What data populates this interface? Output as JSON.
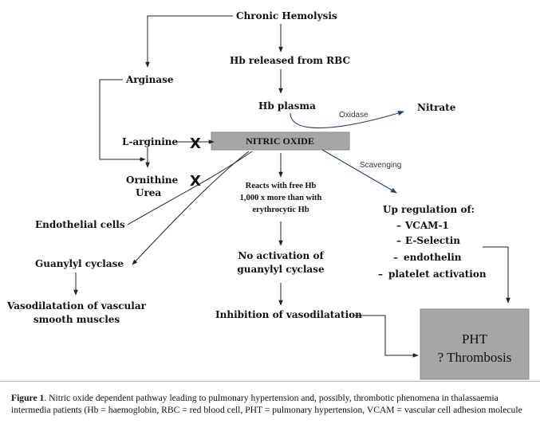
{
  "nodes": {
    "chronic_hemolysis": "Chronic Hemolysis",
    "hb_released": "Hb released from RBC",
    "hb_plasma": "Hb plasma",
    "nitrate": "Nitrate",
    "arginase": "Arginase",
    "l_arginine": "L-arginine",
    "nitric_oxide": "NITRIC OXIDE",
    "ornithine": "Ornithine",
    "urea": "Urea",
    "endothelial": "Endothelial cells",
    "reacts_line1": "Reacts with free Hb",
    "reacts_line2": "1,000 x more than with",
    "reacts_line3": "erythrocytic Hb",
    "up_regulation": "Up regulation of:",
    "vcam": "VCAM-1",
    "eselectin": "E-Selectin",
    "endothelin": "endothelin",
    "platelet": "platelet activation",
    "guanylyl": "Guanylyl cyclase",
    "no_activation_line1": "No activation of",
    "no_activation_line2": "guanylyl cyclase",
    "vasodilatation_line1": "Vasodilatation of vascular",
    "vasodilatation_line2": "smooth muscles",
    "inhibition": "Inhibition of vasodilatation",
    "pht_line1": "PHT",
    "pht_line2": "? Thrombosis"
  },
  "edge_labels": {
    "oxidase": "Oxidase",
    "scavenging": "Scavenging"
  },
  "inhibit_mark": "X",
  "bullet_mark": "–",
  "caption": {
    "lead": "Figure 1",
    "text": ". Nitric  oxide dependent pathway leading to pulmonary hypertension and, possibly, thrombotic phenomena in thalassaemia intermedia patients (Hb = haemoglobin, RBC = red blood cell,  PHT = pulmonary hypertension, VCAM = vascular cell adhesion molecule"
  },
  "colors": {
    "nitric_oxide_box": "#a6a6a6",
    "pht_box": "#a6a6a6",
    "edge_blue": "#1f3f73"
  }
}
